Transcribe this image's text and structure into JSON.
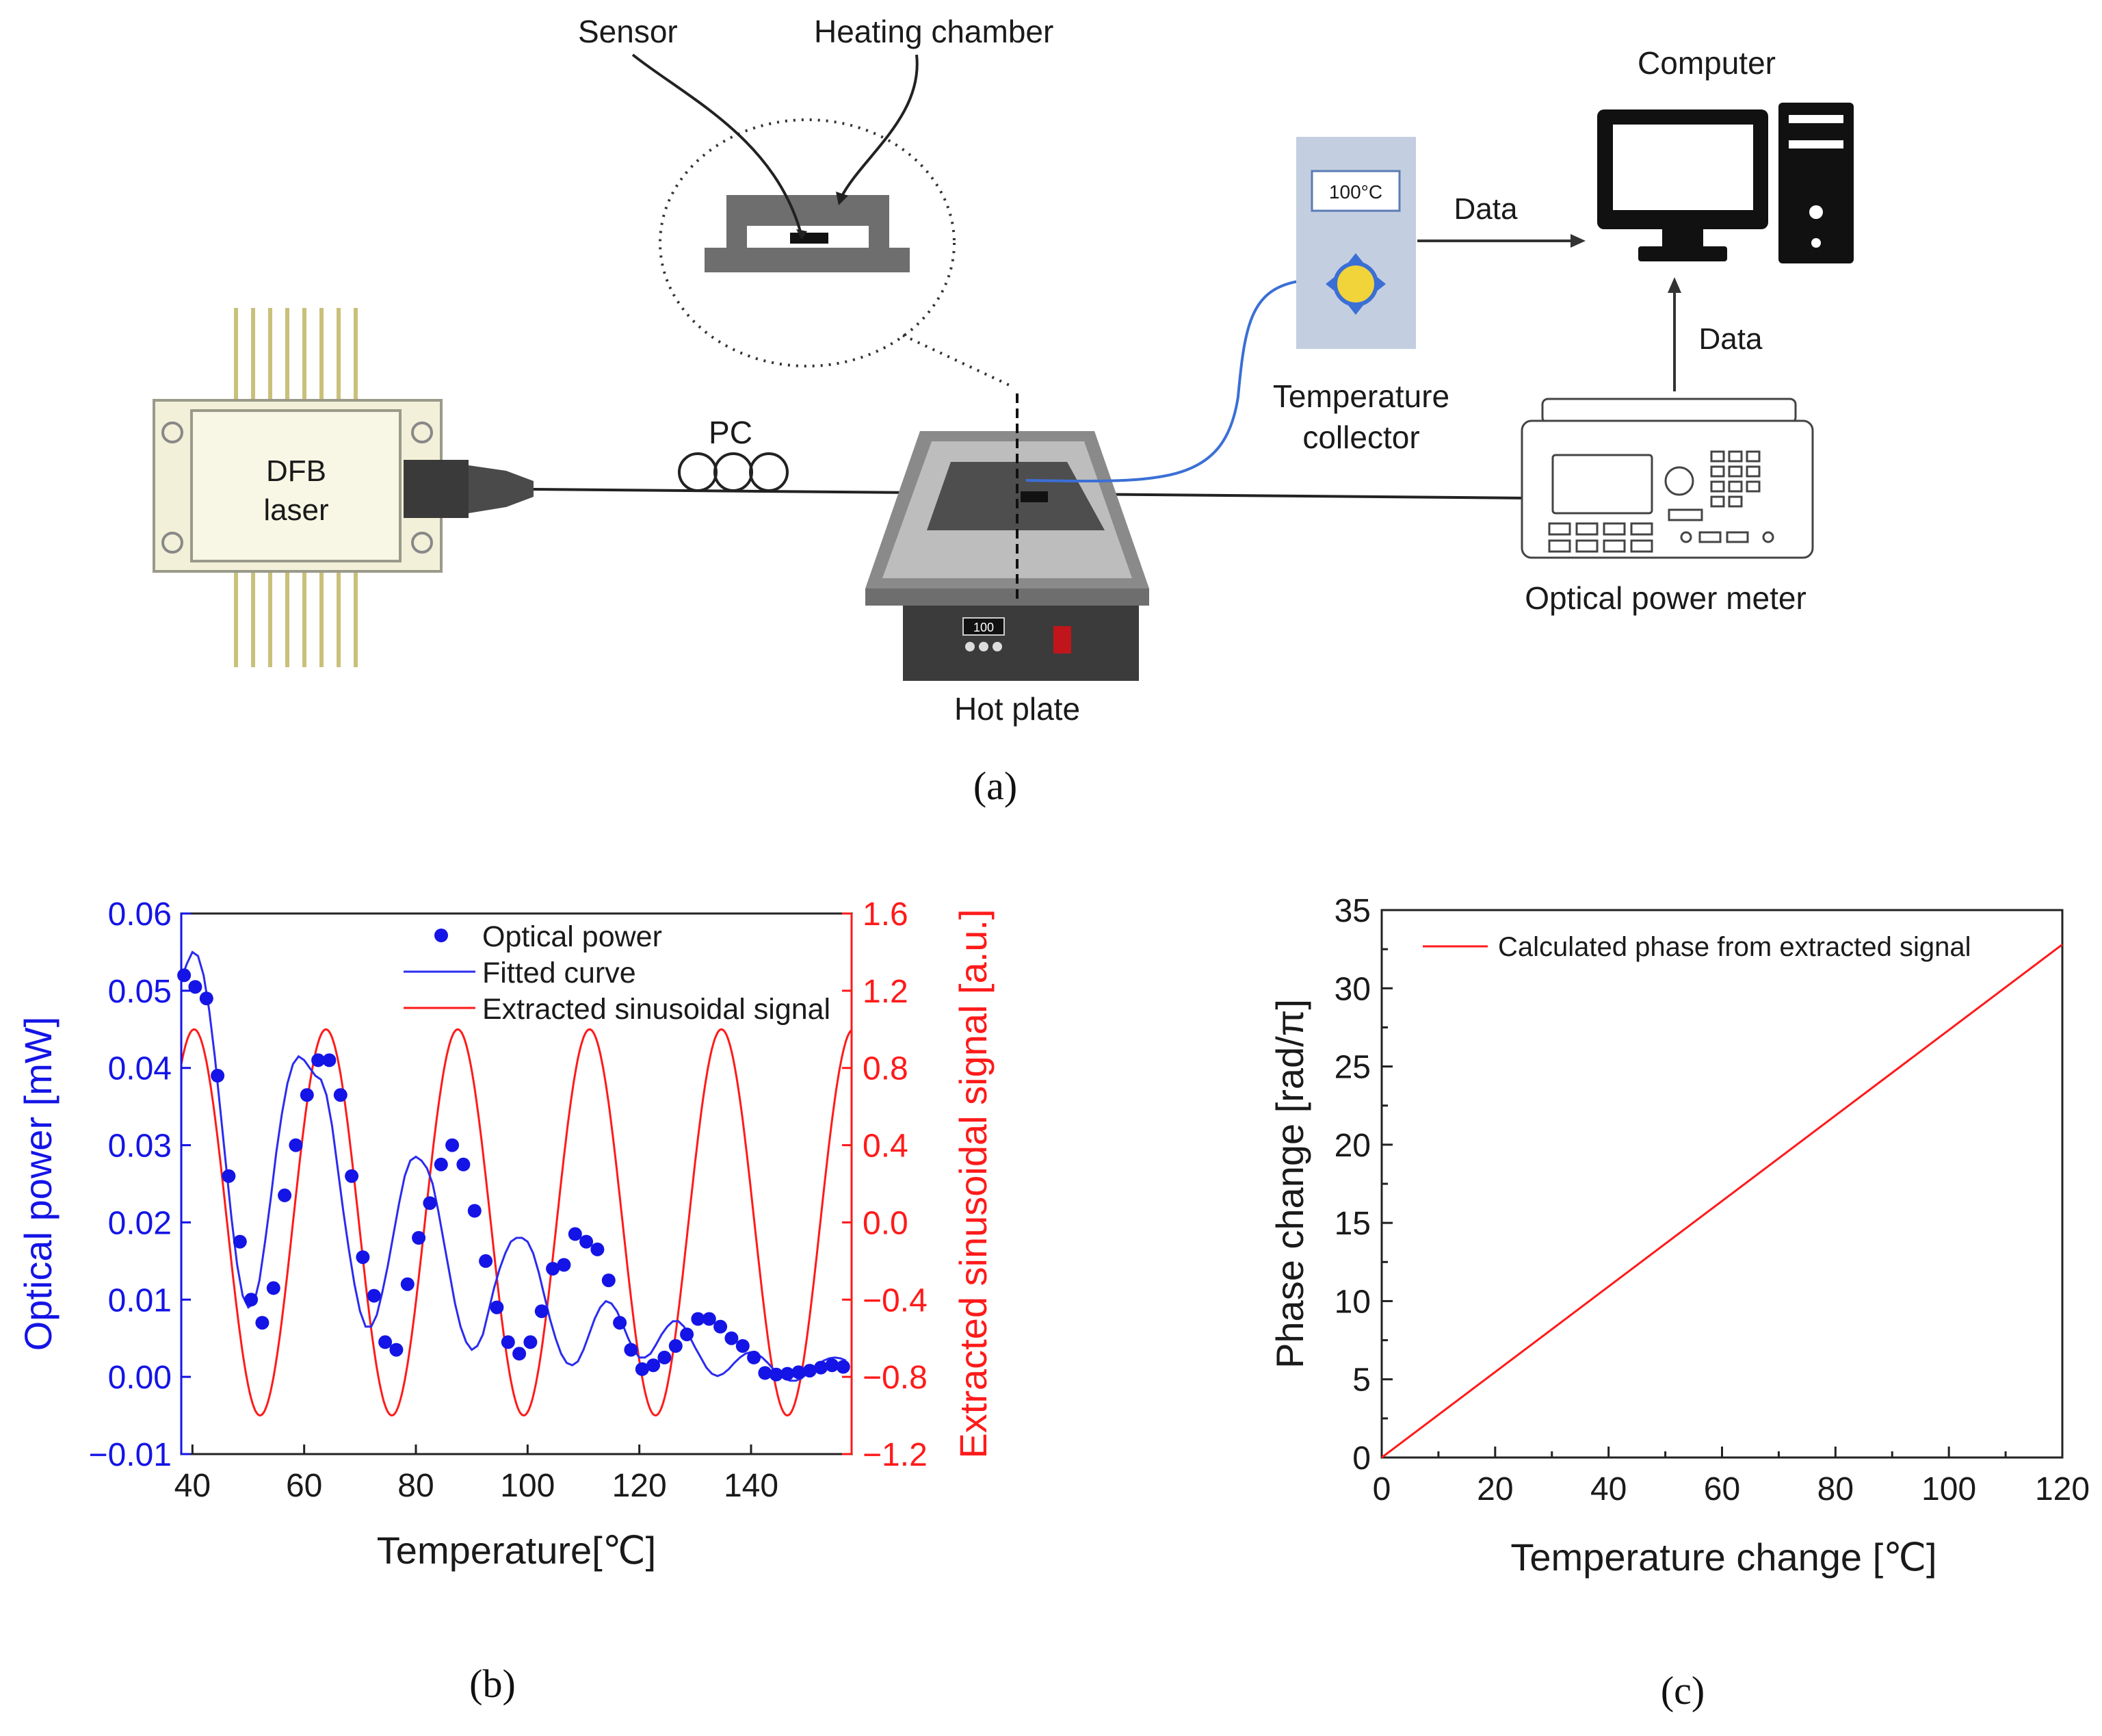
{
  "figure_a": {
    "caption": "(a)",
    "labels": {
      "sensor": "Sensor",
      "heating_chamber": "Heating chamber",
      "computer": "Computer",
      "data_top": "Data",
      "data_right": "Data",
      "temp_display": "100°C",
      "temperature_collector_1": "Temperature",
      "temperature_collector_2": "collector",
      "pc": "PC",
      "dfb_1": "DFB",
      "dfb_2": "laser",
      "hot_plate": "Hot plate",
      "hot_plate_display": "100",
      "optical_power_meter": "Optical power meter"
    },
    "colors": {
      "fiber_blue": "#3b6fd6",
      "device_gray": "#6b6b6b",
      "laser_body": "#f2f0d8",
      "pin_gold": "#c9c07a"
    }
  },
  "figure_b": {
    "caption": "(b)",
    "chart_data": {
      "type": "scatter",
      "xlabel": "Temperature[℃]",
      "ylabel_left": "Optical power [mW]",
      "ylabel_right": "Extracted sinusoidal signal [a.u.]",
      "xlim": [
        38,
        158
      ],
      "ylim_left": [
        -0.01,
        0.06
      ],
      "ylim_right": [
        -1.2,
        1.6
      ],
      "xticks": [
        "40",
        "60",
        "80",
        "100",
        "120",
        "140"
      ],
      "yticks_left": [
        "−0.01",
        "0.00",
        "0.01",
        "0.02",
        "0.03",
        "0.04",
        "0.05",
        "0.06"
      ],
      "yticks_right": [
        "−1.2",
        "−0.8",
        "−0.4",
        "0.0",
        "0.4",
        "0.8",
        "1.2",
        "1.6"
      ],
      "legend_position": "top-right",
      "series": [
        {
          "name": "Optical power",
          "kind": "points",
          "color": "#1414e6",
          "axis": "left",
          "x": [
            38.5,
            40.5,
            42.5,
            44.5,
            46.5,
            48.5,
            50.5,
            52.5,
            54.5,
            56.5,
            58.5,
            60.5,
            62.5,
            64.5,
            66.5,
            68.5,
            70.5,
            72.5,
            74.5,
            76.5,
            78.5,
            80.5,
            82.5,
            84.5,
            86.5,
            88.5,
            90.5,
            92.5,
            94.5,
            96.5,
            98.5,
            100.5,
            102.5,
            104.5,
            106.5,
            108.5,
            110.5,
            112.5,
            114.5,
            116.5,
            118.5,
            120.5,
            122.5,
            124.5,
            126.5,
            128.5,
            130.5,
            132.5,
            134.5,
            136.5,
            138.5,
            140.5,
            142.5,
            144.5,
            146.5,
            148.5,
            150.5,
            152.5,
            154.5,
            156.5
          ],
          "y": [
            0.052,
            0.0505,
            0.049,
            0.039,
            0.026,
            0.0175,
            0.01,
            0.007,
            0.0115,
            0.0235,
            0.03,
            0.0365,
            0.041,
            0.041,
            0.0365,
            0.026,
            0.0155,
            0.0105,
            0.0045,
            0.0035,
            0.012,
            0.018,
            0.0225,
            0.0275,
            0.03,
            0.0275,
            0.0215,
            0.015,
            0.009,
            0.0045,
            0.003,
            0.0045,
            0.0085,
            0.014,
            0.0145,
            0.0185,
            0.0175,
            0.0165,
            0.0125,
            0.007,
            0.0035,
            0.001,
            0.0015,
            0.0025,
            0.004,
            0.0055,
            0.0075,
            0.0075,
            0.0065,
            0.005,
            0.004,
            0.0025,
            0.0005,
            0.0003,
            0.0004,
            0.0006,
            0.0008,
            0.0012,
            0.0015,
            0.0013
          ]
        },
        {
          "name": "Fitted curve",
          "kind": "line",
          "color": "#2b2bf0",
          "axis": "left",
          "x": [
            38,
            39,
            40,
            41,
            42,
            43,
            44,
            45,
            46,
            47,
            48,
            49,
            50,
            51,
            52,
            53,
            54,
            55,
            56,
            57,
            58,
            59,
            60,
            61,
            62,
            63,
            64,
            65,
            66,
            67,
            68,
            69,
            70,
            71,
            72,
            73,
            74,
            75,
            76,
            77,
            78,
            79,
            80,
            81,
            82,
            83,
            84,
            85,
            86,
            87,
            88,
            89,
            90,
            91,
            92,
            93,
            94,
            95,
            96,
            97,
            98,
            99,
            100,
            101,
            102,
            103,
            104,
            105,
            106,
            107,
            108,
            109,
            110,
            111,
            112,
            113,
            114,
            115,
            116,
            117,
            118,
            119,
            120,
            121,
            122,
            123,
            124,
            125,
            126,
            127,
            128,
            129,
            130,
            131,
            132,
            133,
            134,
            135,
            136,
            137,
            138,
            139,
            140,
            141,
            142,
            143,
            144,
            145,
            146,
            147,
            148,
            149,
            150,
            151,
            152,
            153,
            154,
            155,
            156,
            157
          ],
          "y": [
            0.0515,
            0.0535,
            0.055,
            0.0545,
            0.052,
            0.0475,
            0.0415,
            0.0345,
            0.0275,
            0.0205,
            0.0145,
            0.0105,
            0.009,
            0.0095,
            0.0125,
            0.0175,
            0.023,
            0.029,
            0.034,
            0.038,
            0.0405,
            0.0415,
            0.041,
            0.04,
            0.039,
            0.0385,
            0.0365,
            0.0325,
            0.027,
            0.0215,
            0.0165,
            0.012,
            0.0085,
            0.0065,
            0.0065,
            0.008,
            0.011,
            0.0145,
            0.0185,
            0.0225,
            0.026,
            0.028,
            0.0285,
            0.028,
            0.027,
            0.025,
            0.0215,
            0.0175,
            0.0135,
            0.0095,
            0.0065,
            0.0045,
            0.0035,
            0.004,
            0.0055,
            0.0085,
            0.0115,
            0.014,
            0.016,
            0.0175,
            0.018,
            0.018,
            0.0175,
            0.016,
            0.0135,
            0.0105,
            0.0075,
            0.005,
            0.003,
            0.0018,
            0.0015,
            0.002,
            0.0035,
            0.0055,
            0.0075,
            0.009,
            0.0098,
            0.0095,
            0.0085,
            0.0068,
            0.005,
            0.0035,
            0.0025,
            0.0025,
            0.003,
            0.0042,
            0.0055,
            0.0065,
            0.0072,
            0.0072,
            0.0065,
            0.0052,
            0.0038,
            0.0025,
            0.0012,
            0.0004,
            0.0001,
            0.0004,
            0.001,
            0.0018,
            0.0025,
            0.003,
            0.0032,
            0.003,
            0.0025,
            0.0018,
            0.001,
            0.0004,
            -0.0002,
            -0.0005,
            -0.0005,
            -0.0002,
            0.0004,
            0.001,
            0.0016,
            0.0021,
            0.0024,
            0.0025,
            0.0024,
            0.0021
          ]
        },
        {
          "name": "Extracted sinusoidal signal",
          "kind": "sine",
          "color": "#ff1a1a",
          "axis": "right",
          "amplitude": 1.0,
          "period": 23.6,
          "peak_x": 40.3,
          "x_range": [
            38,
            158
          ]
        }
      ]
    }
  },
  "figure_c": {
    "caption": "(c)",
    "chart_data": {
      "type": "line",
      "xlabel": "Temperature change [℃]",
      "ylabel": "Phase change [rad/π]",
      "xlim": [
        0,
        120
      ],
      "ylim": [
        0,
        35
      ],
      "xticks": [
        "0",
        "20",
        "40",
        "60",
        "80",
        "100",
        "120"
      ],
      "yticks": [
        "0",
        "5",
        "10",
        "15",
        "20",
        "25",
        "30",
        "35"
      ],
      "legend_position": "top-left",
      "series": [
        {
          "name": "Calculated phase from extracted signal",
          "color": "#ff1a1a",
          "x": [
            0,
            120
          ],
          "y": [
            0,
            32.8
          ]
        }
      ]
    }
  }
}
